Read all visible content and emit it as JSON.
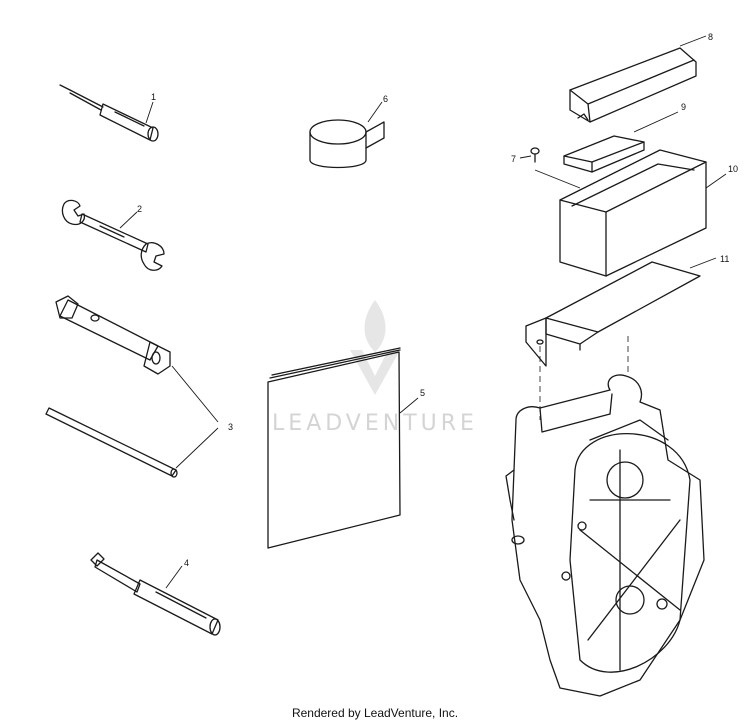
{
  "callouts": {
    "c1": "1",
    "c2": "2",
    "c3": "3",
    "c4": "4",
    "c5": "5",
    "c6": "6",
    "c7": "7",
    "c8": "8",
    "c9": "9",
    "c10": "10",
    "c11": "11"
  },
  "watermark": {
    "text": "LEADVENTURE"
  },
  "footer": {
    "text": "Rendered by LeadVenture, Inc."
  }
}
